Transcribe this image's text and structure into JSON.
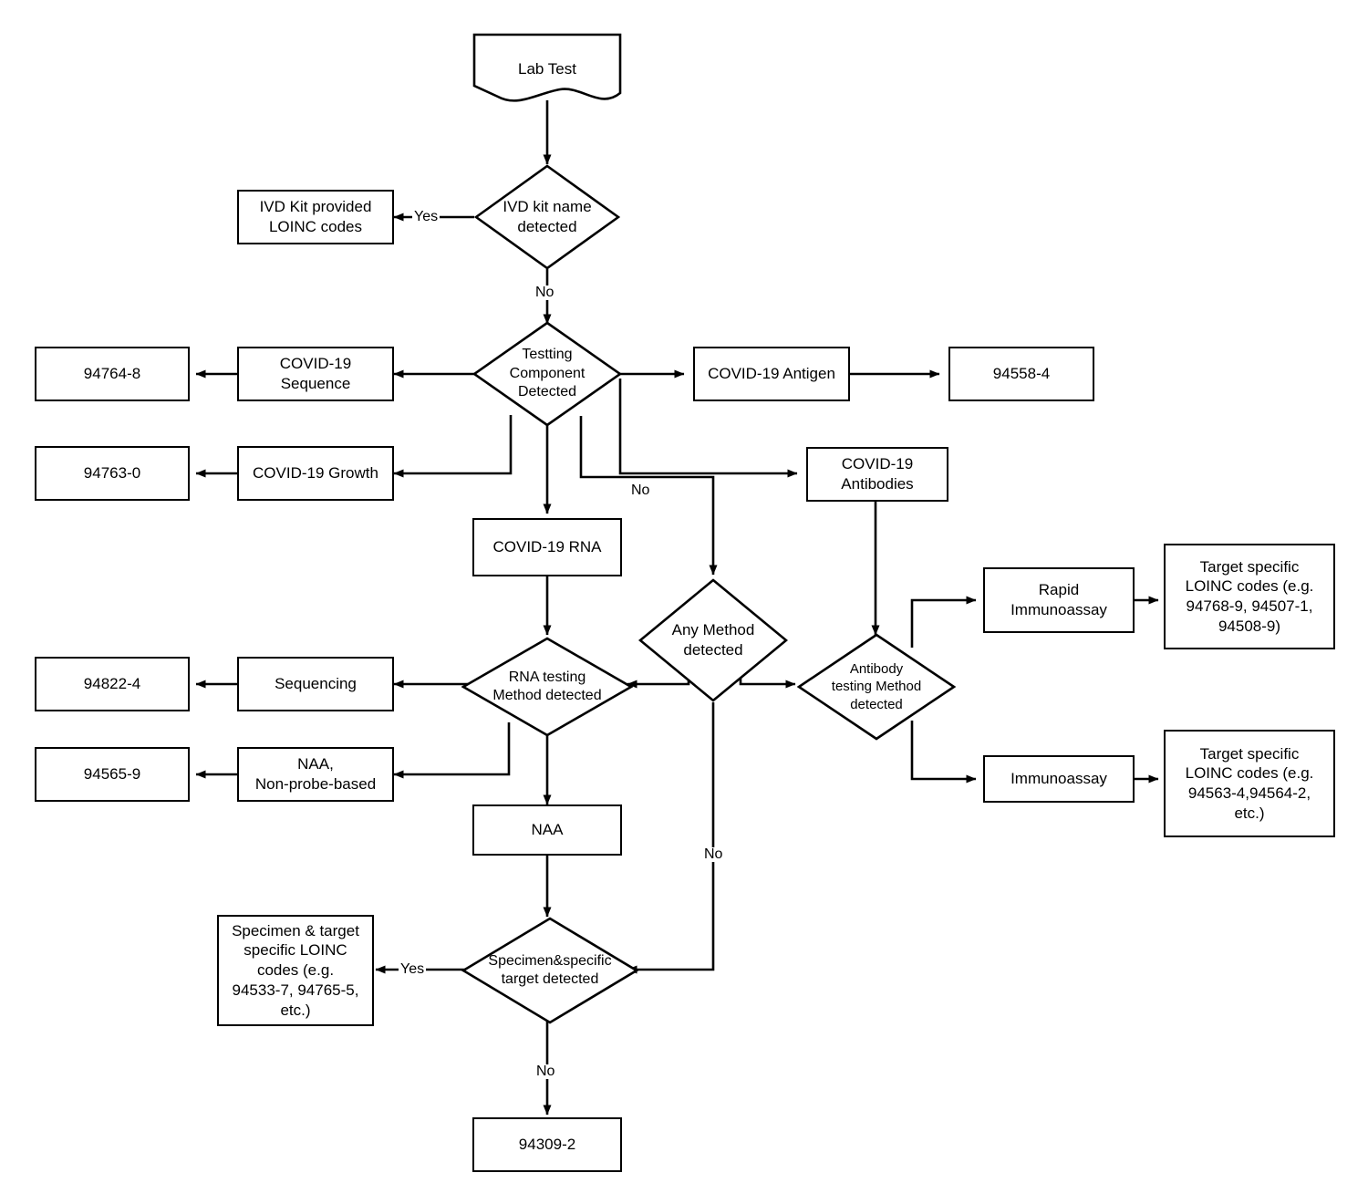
{
  "diagram": {
    "title": "COVID-19 Lab Test LOINC code assignment flowchart",
    "stroke_color": "#000000",
    "background_color": "#ffffff",
    "type": "flowchart"
  },
  "nodes": {
    "lab_test": {
      "label": "Lab Test",
      "shape": "document"
    },
    "ivd_kit_decision": {
      "label": "IVD kit name\ndetected",
      "shape": "diamond"
    },
    "ivd_kit_codes": {
      "label": "IVD Kit provided\nLOINC codes",
      "shape": "rect"
    },
    "testing_component": {
      "label": "Testting\nComponent\nDetected",
      "shape": "diamond"
    },
    "covid_sequence": {
      "label": "COVID-19\nSequence",
      "shape": "rect"
    },
    "code_94764_8": {
      "label": "94764-8",
      "shape": "rect"
    },
    "covid_antigen": {
      "label": "COVID-19 Antigen",
      "shape": "rect"
    },
    "code_94558_4": {
      "label": "94558-4",
      "shape": "rect"
    },
    "covid_growth": {
      "label": "COVID-19 Growth",
      "shape": "rect"
    },
    "code_94763_0": {
      "label": "94763-0",
      "shape": "rect"
    },
    "covid_antibodies": {
      "label": "COVID-19\nAntibodies",
      "shape": "rect"
    },
    "covid_rna": {
      "label": "COVID-19 RNA",
      "shape": "rect"
    },
    "any_method": {
      "label": "Any Method\ndetected",
      "shape": "diamond"
    },
    "rna_method": {
      "label": "RNA testing\nMethod detected",
      "shape": "diamond"
    },
    "antibody_method": {
      "label": "Antibody\ntesting Method\ndetected",
      "shape": "diamond"
    },
    "sequencing": {
      "label": "Sequencing",
      "shape": "rect"
    },
    "code_94822_4": {
      "label": "94822-4",
      "shape": "rect"
    },
    "naa_non_probe": {
      "label": "NAA,\nNon-probe-based",
      "shape": "rect"
    },
    "code_94565_9": {
      "label": "94565-9",
      "shape": "rect"
    },
    "naa": {
      "label": "NAA",
      "shape": "rect"
    },
    "rapid_immunoassay": {
      "label": "Rapid\nImmunoassay",
      "shape": "rect"
    },
    "target_codes_rapid": {
      "label": "Target specific\nLOINC codes (e.g.\n94768-9, 94507-1,\n94508-9)",
      "shape": "rect"
    },
    "immunoassay": {
      "label": "Immunoassay",
      "shape": "rect"
    },
    "target_codes_immuno": {
      "label": "Target specific\nLOINC codes (e.g.\n94563-4,94564-2,\netc.)",
      "shape": "rect"
    },
    "specimen_target": {
      "label": "Specimen&specific\ntarget detected",
      "shape": "diamond"
    },
    "specimen_codes": {
      "label": "Specimen & target\nspecific LOINC\ncodes (e.g.\n94533-7, 94765-5,\netc.)",
      "shape": "rect"
    },
    "code_94309_2": {
      "label": "94309-2",
      "shape": "rect"
    }
  },
  "edge_labels": {
    "ivd_yes": "Yes",
    "ivd_no": "No",
    "component_no": "No",
    "any_method_no": "No",
    "specimen_yes": "Yes",
    "specimen_no": "No"
  }
}
